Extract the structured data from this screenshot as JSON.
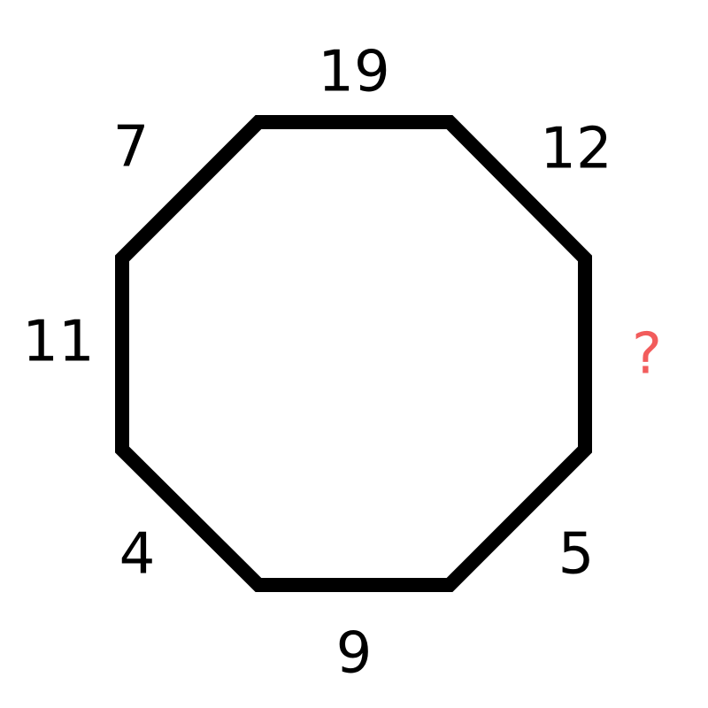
{
  "puzzle": {
    "shape": "octagon",
    "outline_color": "#000000",
    "text_color": "#000000",
    "unknown_color": "#f25c5c",
    "sides": [
      {
        "position": "top",
        "label": "19"
      },
      {
        "position": "top-right",
        "label": "12"
      },
      {
        "position": "right",
        "label": "?"
      },
      {
        "position": "bottom-right",
        "label": "5"
      },
      {
        "position": "bottom",
        "label": "9"
      },
      {
        "position": "bottom-left",
        "label": "4"
      },
      {
        "position": "left",
        "label": "11"
      },
      {
        "position": "top-left",
        "label": "7"
      }
    ]
  }
}
